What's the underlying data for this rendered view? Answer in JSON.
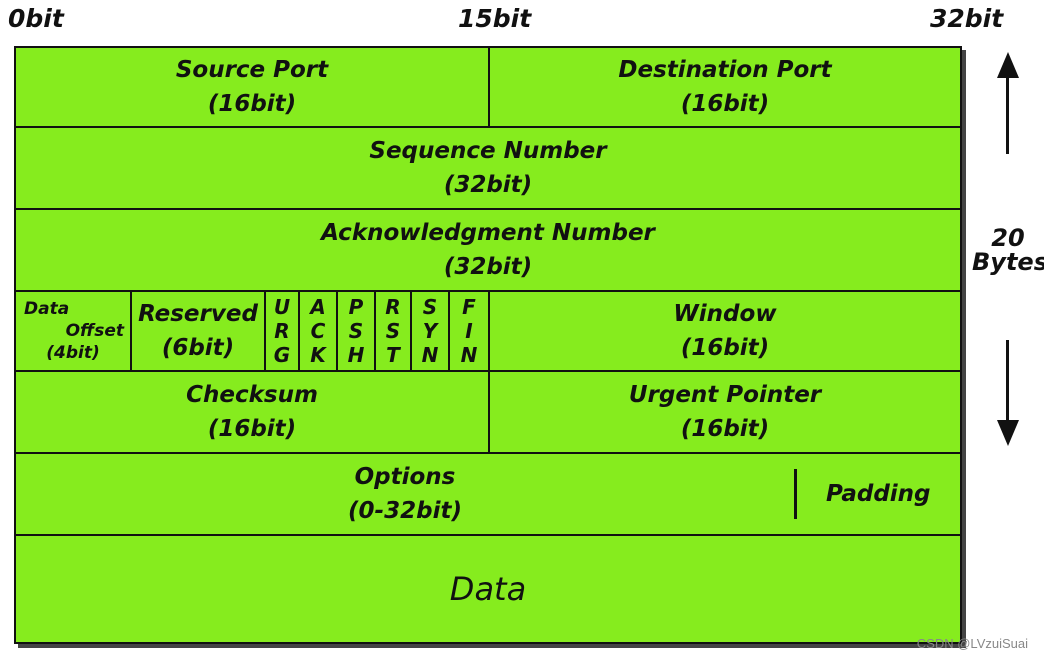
{
  "bit_markers": {
    "start": "0bit",
    "mid": "15bit",
    "end": "32bit"
  },
  "rows": {
    "r1": {
      "source_port": [
        "Source Port",
        "(16bit)"
      ],
      "destination_port": [
        "Destination Port",
        "(16bit)"
      ]
    },
    "r2": {
      "sequence_number": [
        "Sequence Number",
        "(32bit)"
      ]
    },
    "r3": {
      "ack_number": [
        "Acknowledgment Number",
        "(32bit)"
      ]
    },
    "r4": {
      "data_offset": [
        "Data",
        "Offset",
        "(4bit)"
      ],
      "reserved": [
        "Reserved",
        "(6bit)"
      ],
      "flags": [
        [
          "U",
          "R",
          "G"
        ],
        [
          "A",
          "C",
          "K"
        ],
        [
          "P",
          "S",
          "H"
        ],
        [
          "R",
          "S",
          "T"
        ],
        [
          "S",
          "Y",
          "N"
        ],
        [
          "F",
          "I",
          "N"
        ]
      ],
      "window": [
        "Window",
        "(16bit)"
      ]
    },
    "r5": {
      "checksum": [
        "Checksum",
        "(16bit)"
      ],
      "urgent_pointer": [
        "Urgent Pointer",
        "(16bit)"
      ]
    },
    "r6": {
      "options": [
        "Options",
        "(0-32bit)"
      ],
      "padding": "Padding"
    },
    "r7": {
      "data": "Data"
    }
  },
  "size_label": {
    "number": "20",
    "unit": "Bytes"
  },
  "watermark": "CSDN @LVzuiSuai",
  "colors": {
    "field_fill": "#86ec1e",
    "border": "#111111"
  }
}
